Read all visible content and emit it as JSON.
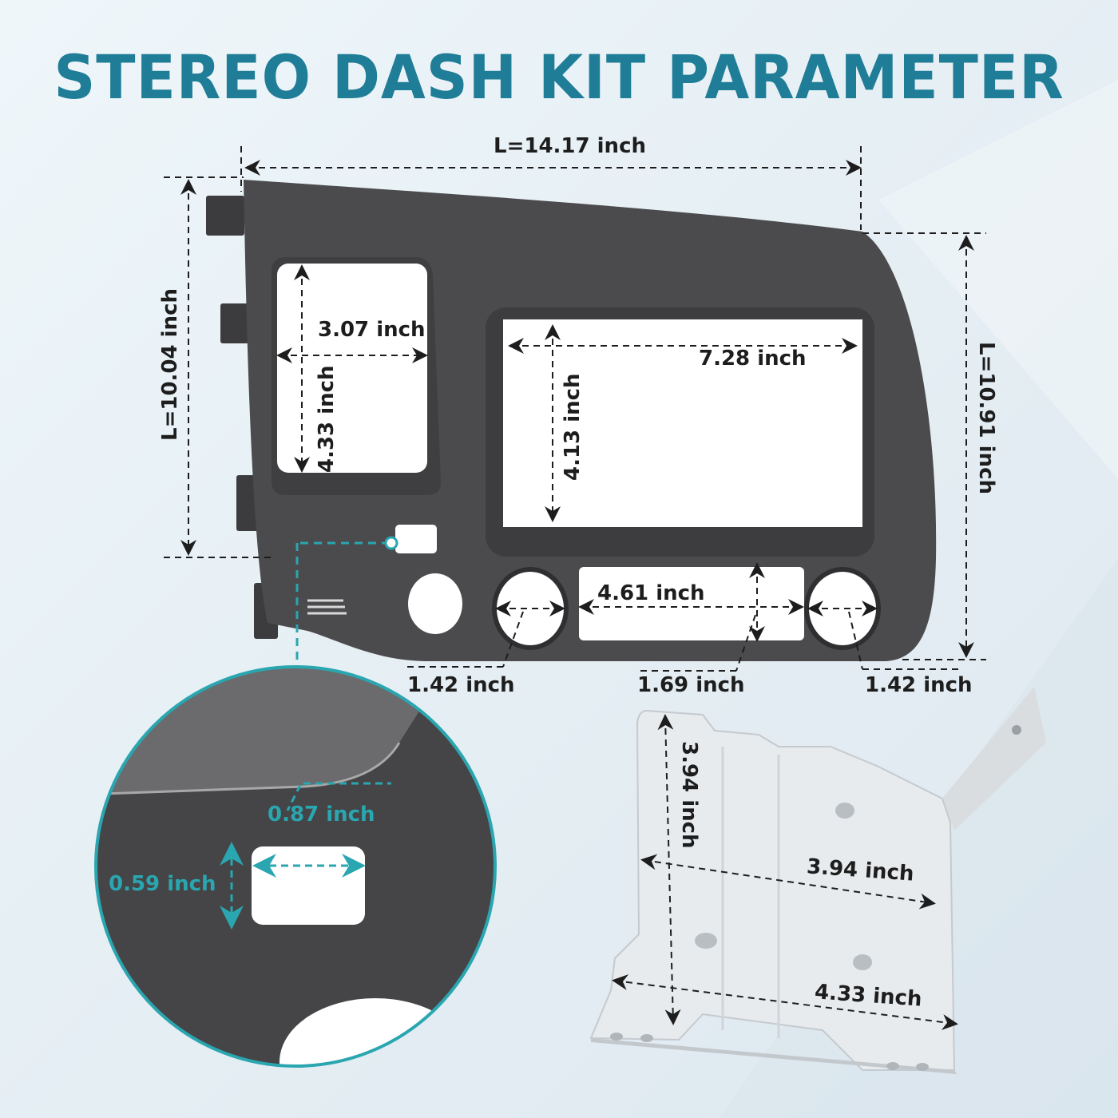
{
  "title": "STEREO DASH KIT PARAMETER",
  "colors": {
    "title": "#1f7d97",
    "accent": "#2aa6b0",
    "panel": "#4a4a4c",
    "bracket": "#e6e9ec",
    "background": "#eaf2f6"
  },
  "dimensions": {
    "overall_width": "L=14.17 inch",
    "overall_height_left": "L=10.04 inch",
    "overall_height_right": "L=10.91 inch",
    "left_opening_width": "3.07 inch",
    "left_opening_height": "4.33 inch",
    "main_opening_width": "7.28 inch",
    "main_opening_height": "4.13 inch",
    "center_slot_width": "4.61 inch",
    "center_slot_height": "1.69 inch",
    "left_knob_diameter": "1.42 inch",
    "right_knob_diameter": "1.42 inch"
  },
  "detail_zoom": {
    "slot_width": "0.87 inch",
    "slot_height": "0.59 inch"
  },
  "bracket": {
    "height": "3.94 inch",
    "width_upper": "3.94 inch",
    "width_lower": "4.33 inch"
  }
}
